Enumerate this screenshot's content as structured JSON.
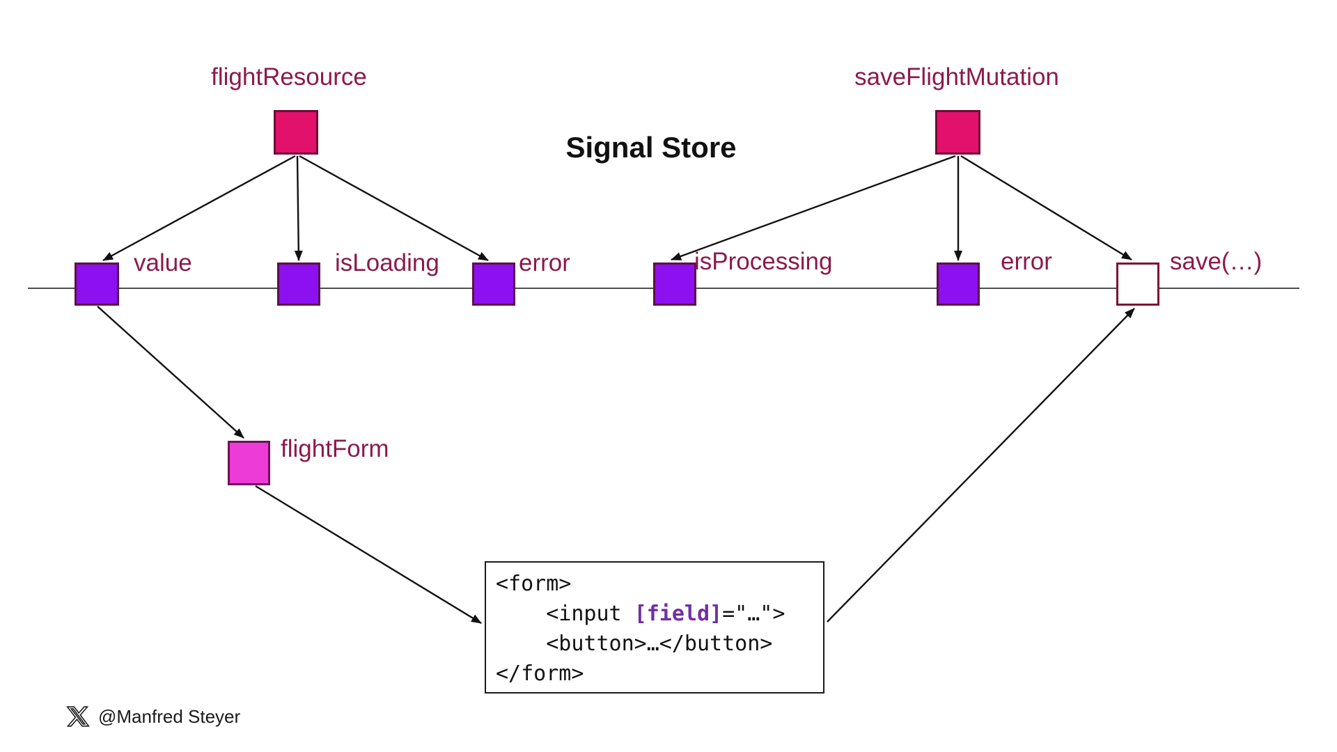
{
  "title": "Signal Store",
  "nodes": {
    "flight_resource": "flightResource",
    "save_flight_mutation": "saveFlightMutation",
    "value": "value",
    "is_loading": "isLoading",
    "error_left": "error",
    "is_processing": "isProcessing",
    "error_right": "error",
    "save": "save(…)",
    "flight_form": "flightForm"
  },
  "code": {
    "line1": "<form>",
    "line2_pre": "    <input ",
    "line2_field": "[field]",
    "line2_post": "=\"…\">",
    "line3": "    <button>…</button>",
    "line4": "</form>"
  },
  "attribution": {
    "handle": "@Manfred Steyer"
  },
  "colors": {
    "resource_fill": "#e2116b",
    "resource_border": "#6b1034",
    "signal_fill": "#8d10f0",
    "signal_border": "#5c1048",
    "form_fill": "#ec3bd7",
    "form_border": "#6e1254",
    "save_border": "#7c1233",
    "label": "#8c1a4d",
    "code_field": "#7030a0",
    "timeline": "#4d4d4d",
    "arrow": "#111111"
  }
}
